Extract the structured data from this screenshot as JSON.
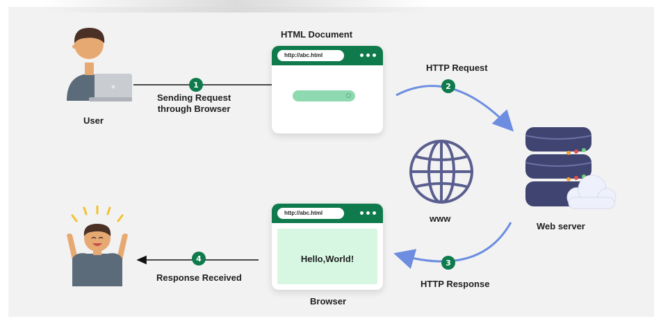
{
  "labels": {
    "user": "User",
    "html_document": "HTML Document",
    "http_request": "HTTP Request",
    "sending_request_line1": "Sending Request",
    "sending_request_line2": "through Browser",
    "www": "www",
    "web_server": "Web server",
    "http_response": "HTTP Response",
    "response_received": "Response Received",
    "browser": "Browser"
  },
  "steps": [
    "1",
    "2",
    "3",
    "4"
  ],
  "request_browser": {
    "url": "http://abc.html"
  },
  "response_browser": {
    "url": "http://abc.html",
    "content": "Hello,World!"
  },
  "colors": {
    "step_badge": "#0f7a4b",
    "browser_bar": "#0f7a4b",
    "arrow_curve": "#6c8de0",
    "globe": "#5a5e8f",
    "server": "#3f4470",
    "search_bar": "#8ed9b0",
    "response_body": "#d7f7e3"
  }
}
